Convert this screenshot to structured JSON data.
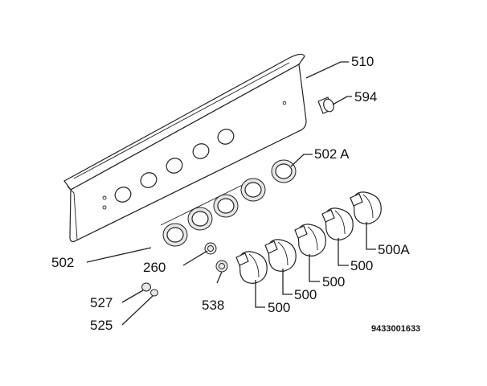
{
  "diagram": {
    "labels": {
      "l510": "510",
      "l594": "594",
      "l502A": "502 A",
      "l502": "502",
      "l260": "260",
      "l538": "538",
      "l527": "527",
      "l525": "525",
      "l500a": "500",
      "l500b": "500",
      "l500c": "500",
      "l500d": "500",
      "l500A": "500A"
    },
    "drawing_code": "9433001633"
  }
}
